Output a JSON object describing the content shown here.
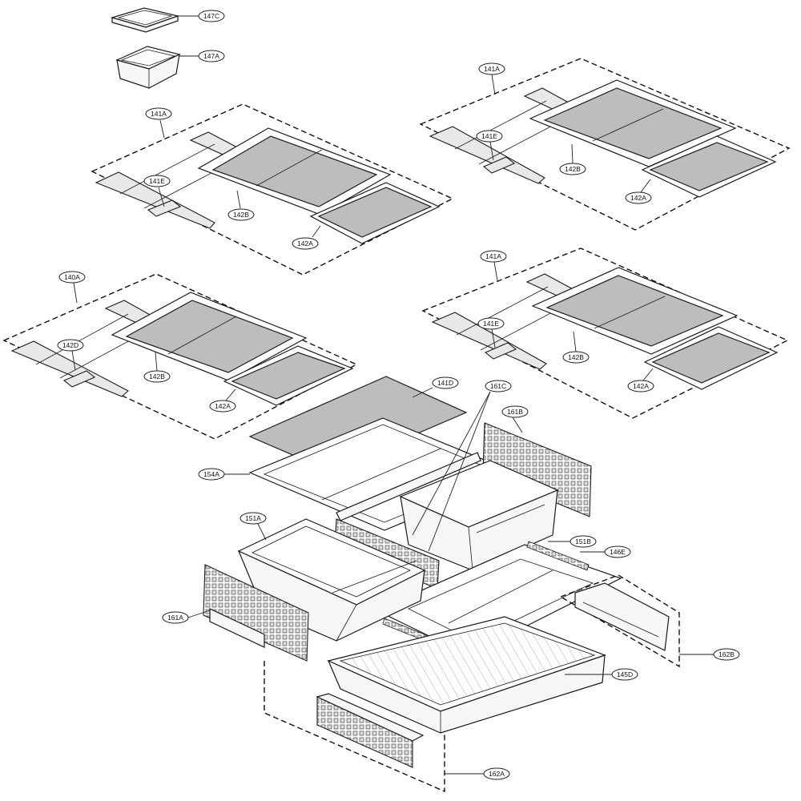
{
  "labels": {
    "l147c": "147C",
    "l147a": "147A",
    "l141a_left": "141A",
    "l141e_left": "141E",
    "l142b_left": "142B",
    "l142a_left": "142A",
    "l141a_tr": "141A",
    "l141e_tr": "141E",
    "l142b_tr": "142B",
    "l142a_tr": "142A",
    "l140a": "140A",
    "l142d": "142D",
    "l142b_ml": "142B",
    "l142a_ml": "142A",
    "l141a_mr": "141A",
    "l141e_mr": "141E",
    "l142b_mr": "142B",
    "l142a_mr": "142A",
    "l141d": "141D",
    "l161c": "161C",
    "l161b": "161B",
    "l154a": "154A",
    "l151a": "151A",
    "l151b": "151B",
    "l146e": "146E",
    "l161a": "161A",
    "l162b": "162B",
    "l145d": "145D",
    "l162a": "162A"
  }
}
